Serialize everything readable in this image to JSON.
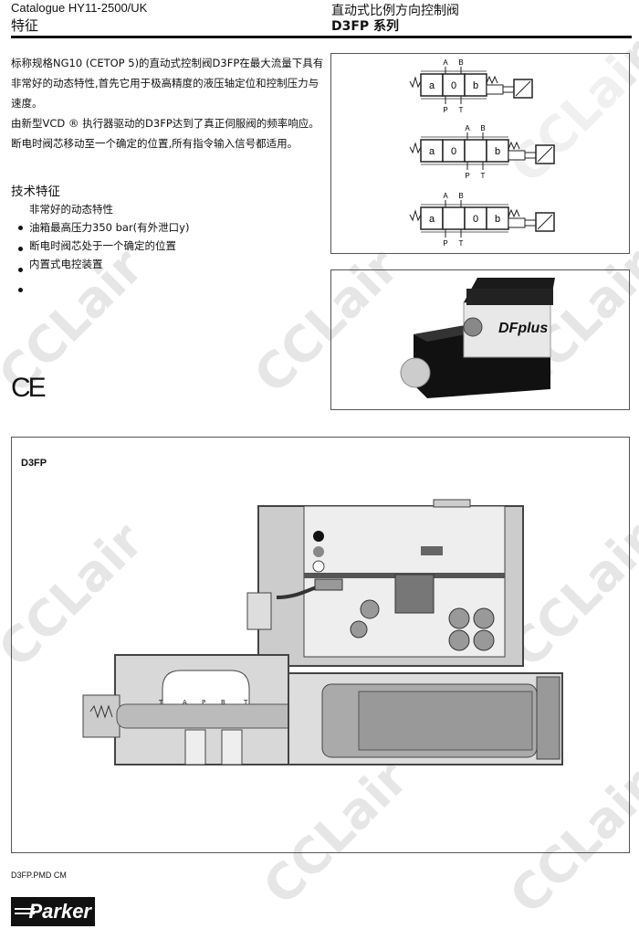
{
  "header": {
    "catalogue": "Catalogue HY11-2500/UK",
    "section": "特征",
    "title": "直动式比例方向控制阀",
    "series": "D3FP  系列"
  },
  "intro": [
    "标称规格NG10 (CETOP 5)的直动式控制阀D3FP在最大流量下具有非常好的动态特性,首先它用于极高精度的液压轴定位和控制压力与速度。",
    "由新型VCD ® 执行器驱动的D3FP达到了真正伺服阀的频率响应。",
    "断电时阀芯移动至一个确定的位置,所有指令输入信号都适用。"
  ],
  "tech": {
    "title": "技术特征",
    "items": [
      "非常好的动态特性",
      "油箱最高压力350 bar(有外泄口y)",
      "断电时阀芯处于一个确定的位置",
      "内置式电控装置",
      ""
    ]
  },
  "symbols": [
    {
      "cells": [
        "a",
        "0",
        "b"
      ],
      "ports_top": [
        "A",
        "B"
      ],
      "ports_bottom": [
        "P",
        "T"
      ]
    },
    {
      "cells": [
        "a",
        "0",
        "",
        "b"
      ],
      "ports_top": [
        "A",
        "B"
      ],
      "ports_bottom": [
        "P",
        "T"
      ]
    },
    {
      "cells": [
        "a",
        "",
        "0",
        "b"
      ],
      "ports_top": [
        "A",
        "B"
      ],
      "ports_bottom": [
        "P",
        "T"
      ]
    }
  ],
  "photo": {
    "brand_label": "DFplus"
  },
  "ce_mark": "CE",
  "section_drawing": {
    "label": "D3FP",
    "port_labels": [
      "T",
      "A",
      "P",
      "B",
      "T"
    ]
  },
  "footer": {
    "file": "D3FP.PMD CM",
    "logo": "Parker"
  },
  "watermark": "CCLair"
}
